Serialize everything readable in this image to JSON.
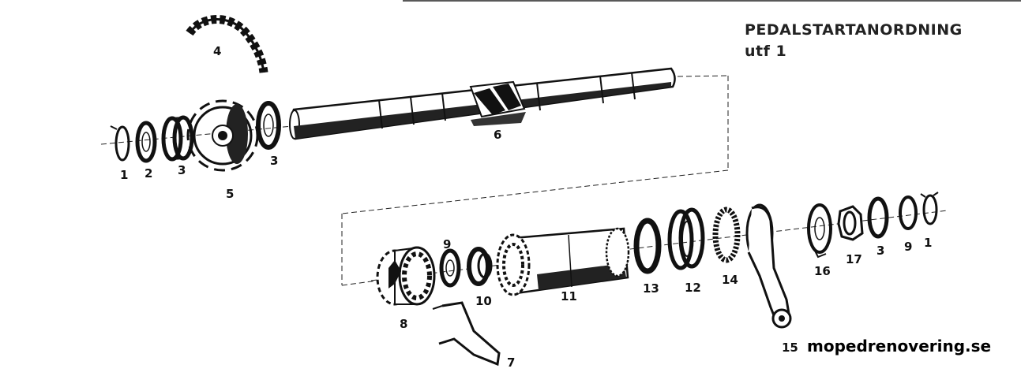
{
  "title": {
    "line1": "PEDALSTARTANORDNING",
    "line2": "utf 1"
  },
  "watermark": "mopedrenovering.se",
  "parts": {
    "p1a": "1",
    "p2": "2",
    "p3a": "3",
    "p4": "4",
    "p5": "5",
    "p3b": "3",
    "p6": "6",
    "p9a": "9",
    "p10": "10",
    "p11": "11",
    "p13": "13",
    "p12": "12",
    "p14": "14",
    "p16": "16",
    "p17": "17",
    "p3c": "3",
    "p9b": "9",
    "p1b": "1",
    "p8": "8",
    "p7": "7",
    "p15": "15"
  }
}
